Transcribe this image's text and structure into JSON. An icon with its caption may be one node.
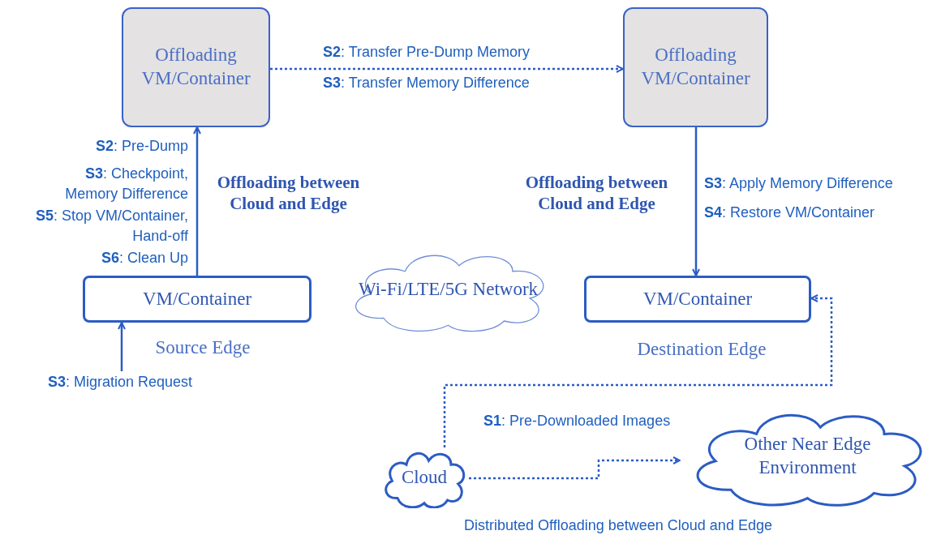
{
  "diagram": {
    "nodes": [
      {
        "text": [
          "Offloading VM/Container"
        ]
      },
      {
        "text": [
          "Offloading VM/Container"
        ]
      },
      {
        "text": [
          "VM/Container"
        ],
        "beside": [
          "Source Edge"
        ]
      },
      {
        "text": [
          "VM/Container"
        ],
        "beside": [
          "Destination Edge"
        ]
      },
      {
        "text": [
          "Wi-Fi/LTE/5G Network"
        ]
      },
      {
        "text": [
          "Cloud"
        ]
      },
      {
        "text": [
          "Other Near Edge Environment"
        ]
      },
      {
        "text": [
          "**S3**: Migration Request"
        ]
      }
    ],
    "edges": [
      {
        "from": 2,
        "to": 0,
        "arrow": "to"
      },
      {
        "from": 0,
        "to": 1,
        "arrow": "to",
        "style": "dashed"
      },
      {
        "from": 1,
        "to": 3,
        "arrow": "to"
      },
      {
        "from": 5,
        "to": 3,
        "arrow": "to",
        "style": "dashed"
      },
      {
        "from": 5,
        "to": 6,
        "arrow": "to",
        "style": "dashed"
      },
      {
        "from": 7,
        "to": 2,
        "arrow": "to"
      }
    ],
    "labels": [
      "**S2**: Transfer Pre-Dump Memory",
      "**S3**: Transfer Memory Difference",
      "**S2**: Pre-Dump",
      "**S3**: Checkpoint, Memory Difference",
      "**S5**: Stop VM/Container, Hand-off",
      "**S6**: Clean Up",
      "Offloading between Cloud and Edge",
      "Offloading between Cloud and Edge",
      "**S3**: Apply Memory Difference",
      "**S4**: Restore VM/Container",
      "**S1**: Pre-Downloaded Images",
      "Distributed Offloading between Cloud and Edge"
    ]
  }
}
